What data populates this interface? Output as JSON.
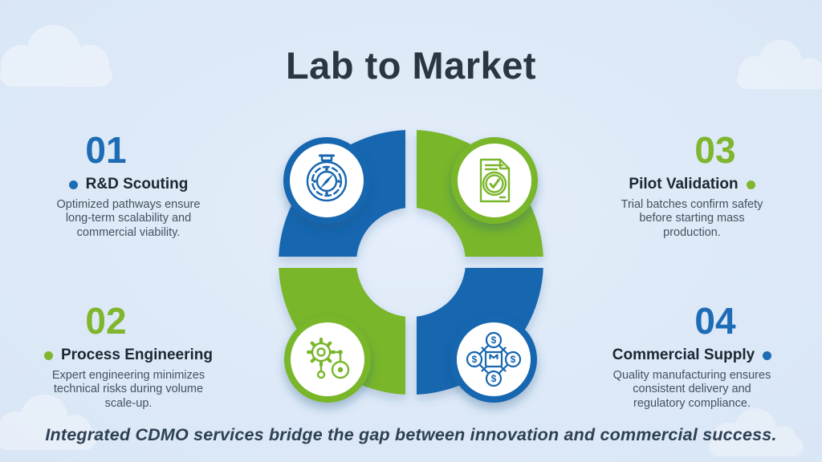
{
  "title": "Lab to Market",
  "caption": "Integrated CDMO services bridge the gap between innovation and commercial success.",
  "colors": {
    "blue": "#1766b0",
    "green": "#79b62b",
    "background": "#dde9f7",
    "heading_text": "#2b3642",
    "body_text": "#43525e"
  },
  "sections": [
    {
      "number": "01",
      "accent": "blue",
      "label": "R&D Scouting",
      "desc_lines": [
        "Optimized pathways ensure",
        "long-term scalability and",
        "commercial viability."
      ]
    },
    {
      "number": "02",
      "accent": "green",
      "label": "Process Engineering",
      "desc_lines": [
        "Expert engineering minimizes",
        "technical risks during volume",
        "scale-up."
      ]
    },
    {
      "number": "03",
      "accent": "green",
      "label": "Pilot Validation",
      "desc_lines": [
        "Trial batches confirm safety",
        "before starting mass",
        "production."
      ]
    },
    {
      "number": "04",
      "accent": "blue",
      "label": "Commercial Supply",
      "desc_lines": [
        "Quality manufacturing ensures",
        "consistent delivery and",
        "regulatory compliance."
      ]
    }
  ],
  "diagram": {
    "type": "four-quadrant-ring",
    "dollar_symbol": "$",
    "quadrants": [
      {
        "position": "top-left",
        "color": "blue",
        "icon": "compass-icon"
      },
      {
        "position": "top-right",
        "color": "green",
        "icon": "document-check-icon"
      },
      {
        "position": "bottom-left",
        "color": "green",
        "icon": "gear-network-icon"
      },
      {
        "position": "bottom-right",
        "color": "blue",
        "icon": "money-network-icon"
      }
    ]
  }
}
